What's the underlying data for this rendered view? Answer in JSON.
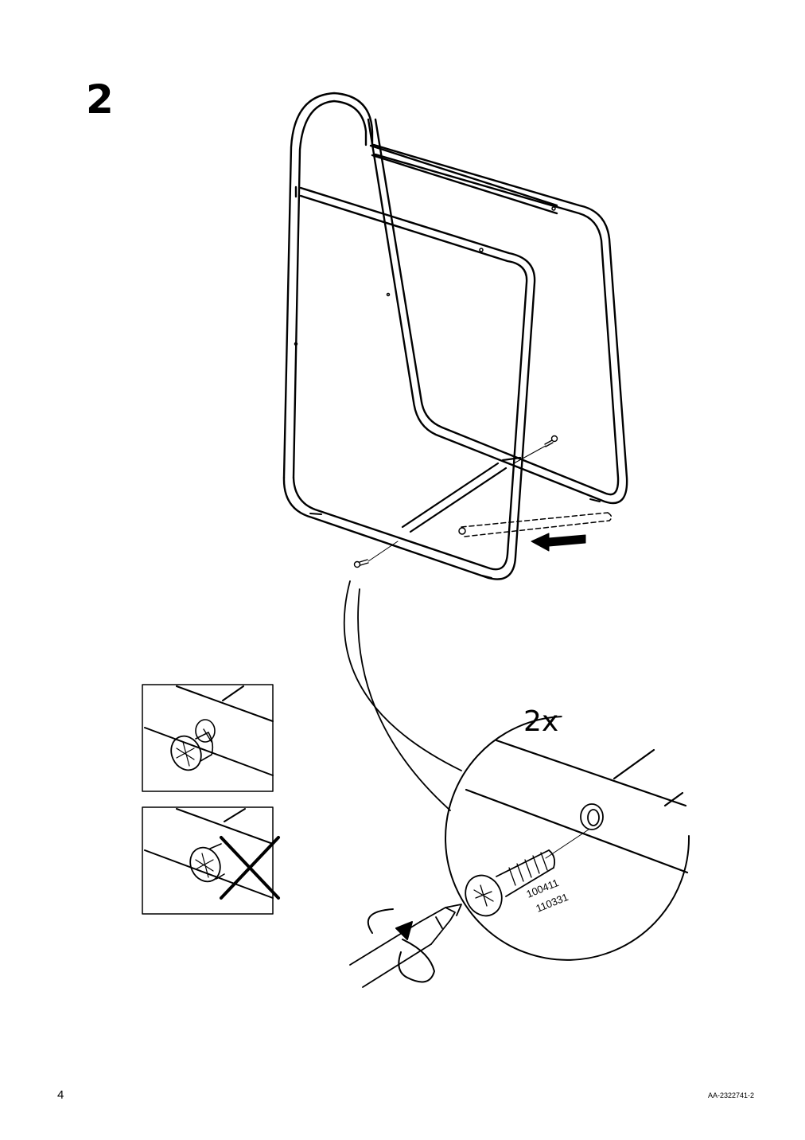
{
  "step": {
    "number": "2"
  },
  "detail": {
    "quantity": "2x",
    "part_numbers": [
      "100411",
      "110331"
    ]
  },
  "footer": {
    "page_number": "4",
    "document_code": "AA-2322741-2"
  },
  "icons": {
    "correct_example": "screw-flush-icon",
    "incorrect_example": "screw-not-flush-icon",
    "insert_direction": "arrow-icon",
    "rotate": "rotate-clockwise-icon"
  }
}
